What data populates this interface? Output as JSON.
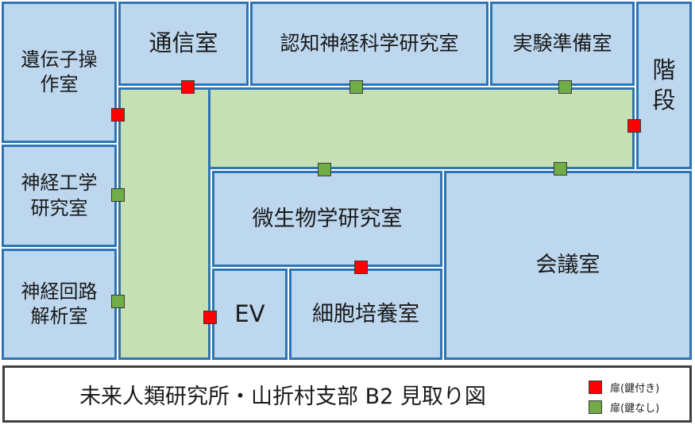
{
  "floor_plan": {
    "title": "未来人類研究所・山折村支部 B2 見取り図",
    "rooms": {
      "genetic_manipulation": "遺伝子操作室",
      "communication": "通信室",
      "cognitive_neuroscience": "認知神経科学研究室",
      "experiment_prep": "実験準備室",
      "stairs": "階段",
      "neural_engineering": "神経工学研究室",
      "microbiology": "微生物学研究室",
      "conference": "会議室",
      "neural_circuit": "神経回路解析室",
      "elevator": "EV",
      "cell_culture": "細胞培養室"
    },
    "legend": {
      "locked_door": "扉(鍵付き)",
      "unlocked_door": "扉(鍵なし)"
    },
    "colors": {
      "room_fill": "#bdd7ee",
      "room_border": "#2e75b6",
      "corridor_fill": "#c6e0b4",
      "locked_door": "#ff0000",
      "unlocked_door": "#70ad47"
    }
  }
}
